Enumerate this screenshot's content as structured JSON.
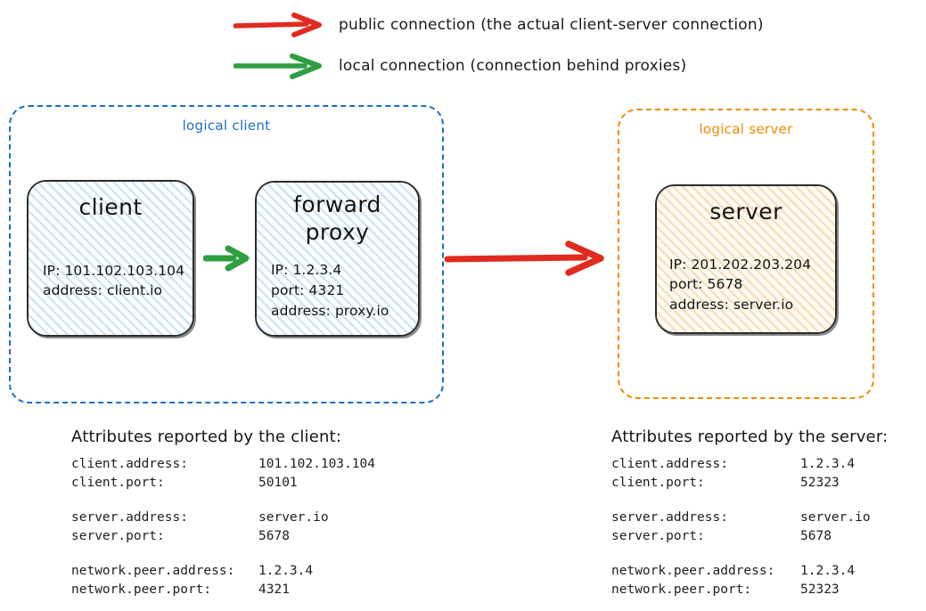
{
  "legend": {
    "items": [
      {
        "icon": "red-arrow-icon",
        "color": "#e02b20",
        "label": "public connection (the actual client-server connection)"
      },
      {
        "icon": "green-arrow-icon",
        "color": "#2f9e41",
        "label": "local connection (connection behind proxies)"
      }
    ]
  },
  "groups": {
    "client": {
      "label": "logical client",
      "color": "#1c6fc4"
    },
    "server": {
      "label": "logical server",
      "color": "#f08c00"
    }
  },
  "nodes": {
    "client": {
      "title": "client",
      "details": [
        "IP: 101.102.103.104",
        "address: client.io"
      ]
    },
    "proxy": {
      "title_line1": "forward",
      "title_line2": "proxy",
      "details": [
        "IP: 1.2.3.4",
        "port: 4321",
        "address: proxy.io"
      ]
    },
    "server": {
      "title": "server",
      "details": [
        "IP: 201.202.203.204",
        "port: 5678",
        "address: server.io"
      ]
    }
  },
  "connections": {
    "local": {
      "name": "local-connection-arrow",
      "color": "#2f9e41"
    },
    "public": {
      "name": "public-connection-arrow",
      "color": "#e02b20"
    }
  },
  "attributes": {
    "client": {
      "heading": "Attributes reported by the client:",
      "groups": [
        [
          {
            "key": "client.address:",
            "value": "101.102.103.104"
          },
          {
            "key": "client.port:",
            "value": "50101"
          }
        ],
        [
          {
            "key": "server.address:",
            "value": "server.io"
          },
          {
            "key": "server.port:",
            "value": "5678"
          }
        ],
        [
          {
            "key": "network.peer.address:",
            "value": "1.2.3.4"
          },
          {
            "key": "network.peer.port:",
            "value": "4321"
          }
        ]
      ]
    },
    "server": {
      "heading": "Attributes reported by the server:",
      "groups": [
        [
          {
            "key": "client.address:",
            "value": "1.2.3.4"
          },
          {
            "key": "client.port:",
            "value": "52323"
          }
        ],
        [
          {
            "key": "server.address:",
            "value": "server.io"
          },
          {
            "key": "server.port:",
            "value": "5678"
          }
        ],
        [
          {
            "key": "network.peer.address:",
            "value": "1.2.3.4"
          },
          {
            "key": "network.peer.port:",
            "value": "52323"
          }
        ]
      ]
    }
  }
}
